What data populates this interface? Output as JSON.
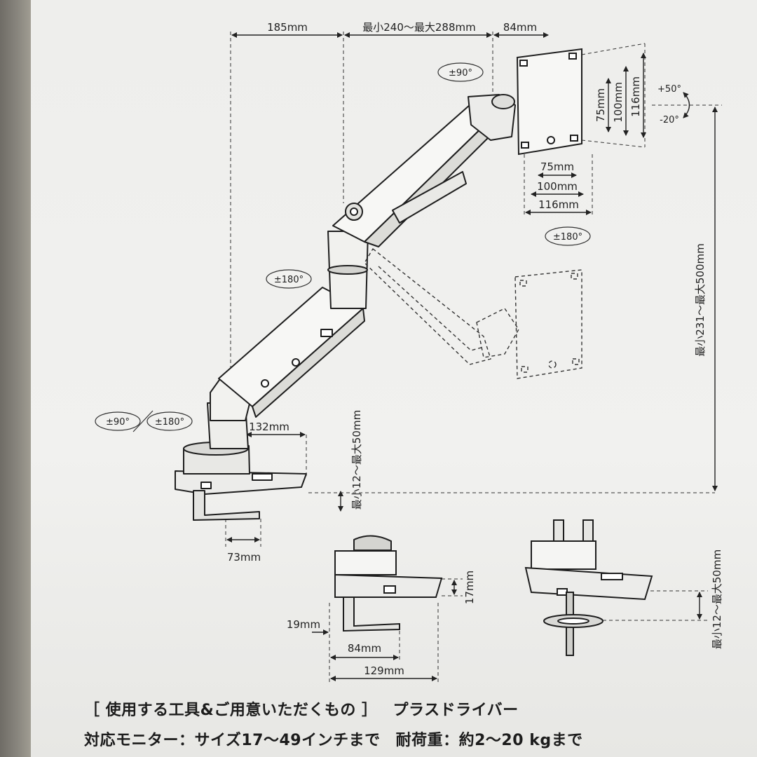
{
  "dimensions": {
    "top_185": "185mm",
    "top_reach": "最小240～最大288mm",
    "top_84": "84mm",
    "vesa_v_75": "75mm",
    "vesa_v_100": "100mm",
    "vesa_v_116": "116mm",
    "vesa_h_75": "75mm",
    "vesa_h_100": "100mm",
    "vesa_h_116": "116mm",
    "height_range": "最小231～最大500mm",
    "base_132": "132mm",
    "clamp_range_left": "最小12～最大50mm",
    "clamp_73": "73mm",
    "side_17": "17mm",
    "side_19": "19mm",
    "side_84": "84mm",
    "side_129": "129mm",
    "grommet_range": "最小12～最大50mm"
  },
  "rotations": {
    "swivel_90": "±90°",
    "tilt_up": "+50°",
    "tilt_down": "-20°",
    "rotate_180_vesa": "±180°",
    "rotate_180_joint": "±180°",
    "base_90": "±90°",
    "base_180": "±180°"
  },
  "footer": {
    "tools_label": "［ 使用する工具&ご用意いただくもの ］",
    "tools_value": "プラスドライバー",
    "monitor_label": "対応モニター：",
    "monitor_value": "サイズ17～49インチまで",
    "load_label": "耐荷重：",
    "load_value": "約2～20 kgまで"
  }
}
